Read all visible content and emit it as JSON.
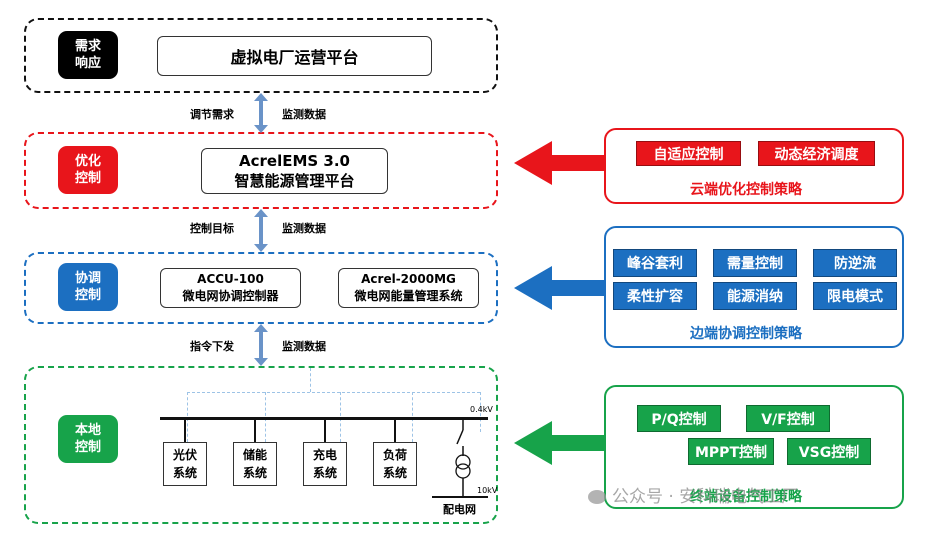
{
  "colors": {
    "black": "#000000",
    "red": "#e8151b",
    "blue": "#1c6fc1",
    "green": "#17a34a",
    "arrow_blue": "#6a93c8"
  },
  "tiers": {
    "demand": {
      "badge": [
        "需求",
        "响应"
      ],
      "platform": "虚拟电厂运营平台"
    },
    "optimize": {
      "badge": [
        "优化",
        "控制"
      ],
      "platform": [
        "AcrelEMS 3.0",
        "智慧能源管理平台"
      ]
    },
    "coordinate": {
      "badge": [
        "协调",
        "控制"
      ],
      "box1": [
        "ACCU-100",
        "微电网协调控制器"
      ],
      "box2": [
        "Acrel-2000MG",
        "微电网能量管理系统"
      ]
    },
    "local": {
      "badge": [
        "本地",
        "控制"
      ],
      "systems": [
        [
          "光伏",
          "系统"
        ],
        [
          "储能",
          "系统"
        ],
        [
          "充电",
          "系统"
        ],
        [
          "负荷",
          "系统"
        ]
      ],
      "voltage_high": "0.4kV",
      "voltage_low": "10kV",
      "grid_label": "配电网"
    }
  },
  "links": {
    "l1": {
      "left": "调节需求",
      "right": "监测数据"
    },
    "l2": {
      "left": "控制目标",
      "right": "监测数据"
    },
    "l3": {
      "left": "指令下发",
      "right": "监测数据"
    }
  },
  "strategies": {
    "cloud": {
      "items": [
        "自适应控制",
        "动态经济调度"
      ],
      "title": "云端优化控制策略"
    },
    "edge": {
      "items": [
        "峰谷套利",
        "需量控制",
        "防逆流",
        "柔性扩容",
        "能源消纳",
        "限电模式"
      ],
      "title": "边端协调控制策略"
    },
    "terminal": {
      "items": [
        "P/Q控制",
        "V/F控制",
        "MPPT控制",
        "VSG控制"
      ],
      "title": "终端设备控制策略"
    }
  },
  "watermark": "公众号 · 安科瑞电气工厂"
}
